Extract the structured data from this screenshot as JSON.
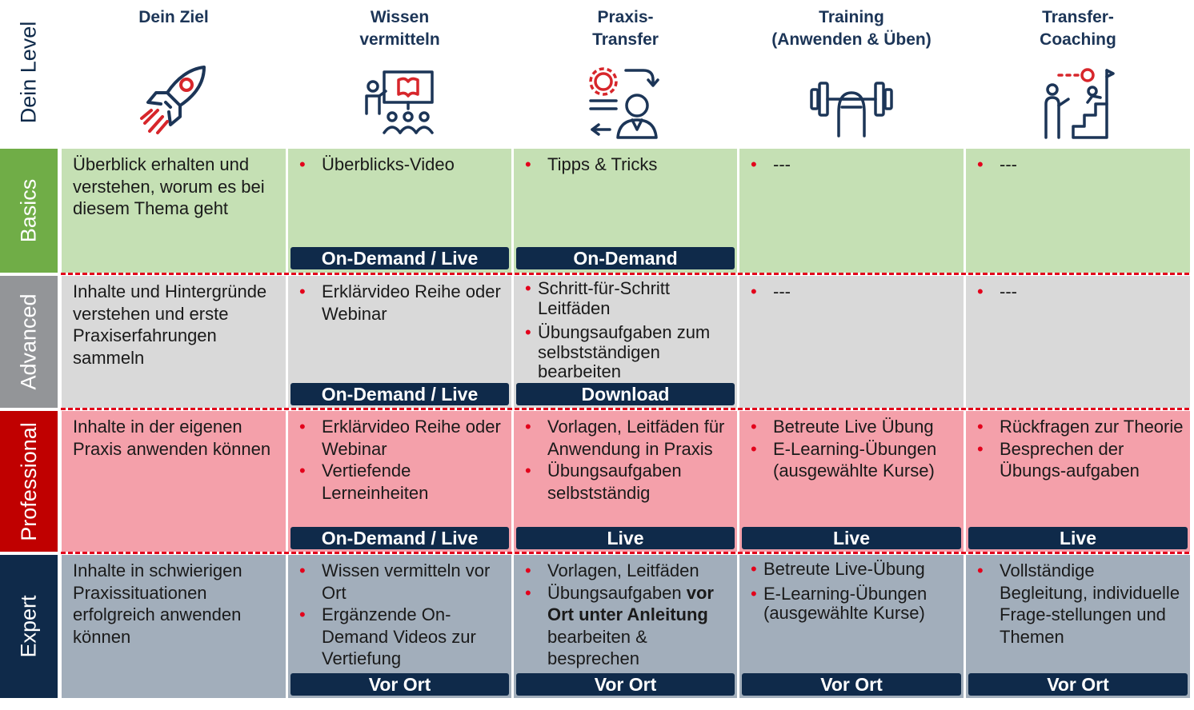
{
  "header": {
    "level_label": "Dein Level",
    "columns": [
      {
        "title": "Dein Ziel",
        "icon": "rocket-icon"
      },
      {
        "title": "Wissen\nvermitteln",
        "icon": "presentation-icon"
      },
      {
        "title": "Praxis-\nTransfer",
        "icon": "process-person-icon"
      },
      {
        "title": "Training\n(Anwenden & Üben)",
        "icon": "dumbbell-icon"
      },
      {
        "title": "Transfer-\nCoaching",
        "icon": "stairs-coaching-icon"
      }
    ]
  },
  "rows": [
    {
      "level": "Basics",
      "color": "#70ad47",
      "bg": "#c5e0b4",
      "goal": "Überblick erhalten und verstehen, worum es bei diesem Thema geht",
      "cells": [
        {
          "items": [
            "Überblicks-Video"
          ],
          "format": "On-Demand / Live"
        },
        {
          "items": [
            "Tipps & Tricks"
          ],
          "format": "On-Demand"
        },
        {
          "items": [
            "---"
          ],
          "format": ""
        },
        {
          "items": [
            "---"
          ],
          "format": ""
        }
      ]
    },
    {
      "level": "Advanced",
      "color": "#939598",
      "bg": "#d9d9d9",
      "goal": "Inhalte und Hintergründe verstehen und erste Praxiserfahrungen sammeln",
      "cells": [
        {
          "items": [
            "Erklärvideo Reihe oder Webinar"
          ],
          "format": "On-Demand / Live"
        },
        {
          "items": [
            "Schritt-für-Schritt Leitfäden",
            "Übungsaufgaben zum selbstständigen bearbeiten"
          ],
          "format": "Download"
        },
        {
          "items": [
            "---"
          ],
          "format": ""
        },
        {
          "items": [
            "---"
          ],
          "format": ""
        }
      ]
    },
    {
      "level": "Professional",
      "color": "#c00000",
      "bg": "#f4a0aa",
      "goal": "Inhalte in der eigenen Praxis anwenden können",
      "cells": [
        {
          "items": [
            "Erklärvideo Reihe oder Webinar",
            "Vertiefende Lerneinheiten"
          ],
          "format": "On-Demand / Live"
        },
        {
          "items": [
            "Vorlagen, Leitfäden für Anwendung in Praxis",
            "Übungsaufgaben selbstständig"
          ],
          "format": "Live"
        },
        {
          "items": [
            "Betreute Live Übung",
            "E-Learning-Übungen (ausgewählte Kurse)"
          ],
          "format": "Live"
        },
        {
          "items": [
            "Rückfragen zur Theorie",
            "Besprechen der Übungs-aufgaben"
          ],
          "format": "Live"
        }
      ]
    },
    {
      "level": "Expert",
      "color": "#0f2a4a",
      "bg": "#a2aebb",
      "goal": "Inhalte in schwierigen Praxissituationen erfolgreich anwenden können",
      "cells": [
        {
          "items": [
            "Wissen vermitteln vor Ort",
            "Ergänzende On-Demand Videos zur Vertiefung"
          ],
          "format": "Vor Ort"
        },
        {
          "items": [
            "Vorlagen, Leitfäden",
            "Übungsaufgaben vor Ort unter Anleitung bearbeiten & besprechen"
          ],
          "format": "Vor Ort"
        },
        {
          "items": [
            "Betreute Live-Übung",
            "E-Learning-Übungen (ausgewählte Kurse)"
          ],
          "format": "Vor Ort"
        },
        {
          "items": [
            "Vollständige Begleitung, individuelle Frage-stellungen und Themen"
          ],
          "format": "Vor Ort"
        }
      ]
    }
  ]
}
